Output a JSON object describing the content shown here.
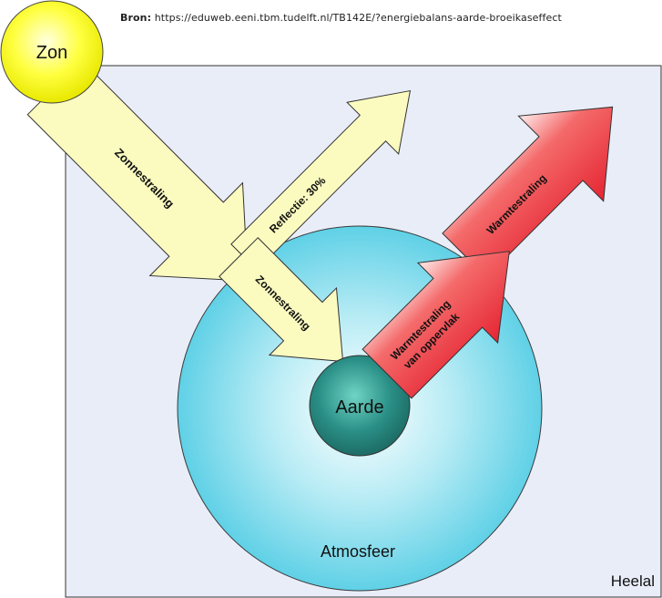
{
  "source": {
    "label": "Bron:",
    "url": "https://eduweb.eeni.tbm.tudelft.nl/TB142E/?energiebalans-aarde-broeikaseffect"
  },
  "labels": {
    "sun": "Zon",
    "earth": "Aarde",
    "atmosphere": "Atmosfeer",
    "universe": "Heelal"
  },
  "arrows": {
    "incoming_solar": "Zonnestraling",
    "reflection": "Reflectie: 30%",
    "solar_to_earth": "Zonnestraling",
    "surface_heat_line1": "Warmtestraling",
    "surface_heat_line2": "van oppervlak",
    "outgoing_heat": "Warmtestraling"
  },
  "colors": {
    "sun": "#f5f500",
    "solar_arrow": "#fbfbc0",
    "heat_arrow": "#e8303a",
    "atmosphere": "#5ecfe6",
    "earth": "#2a8f86",
    "universe_bg": "#e9edf8"
  }
}
